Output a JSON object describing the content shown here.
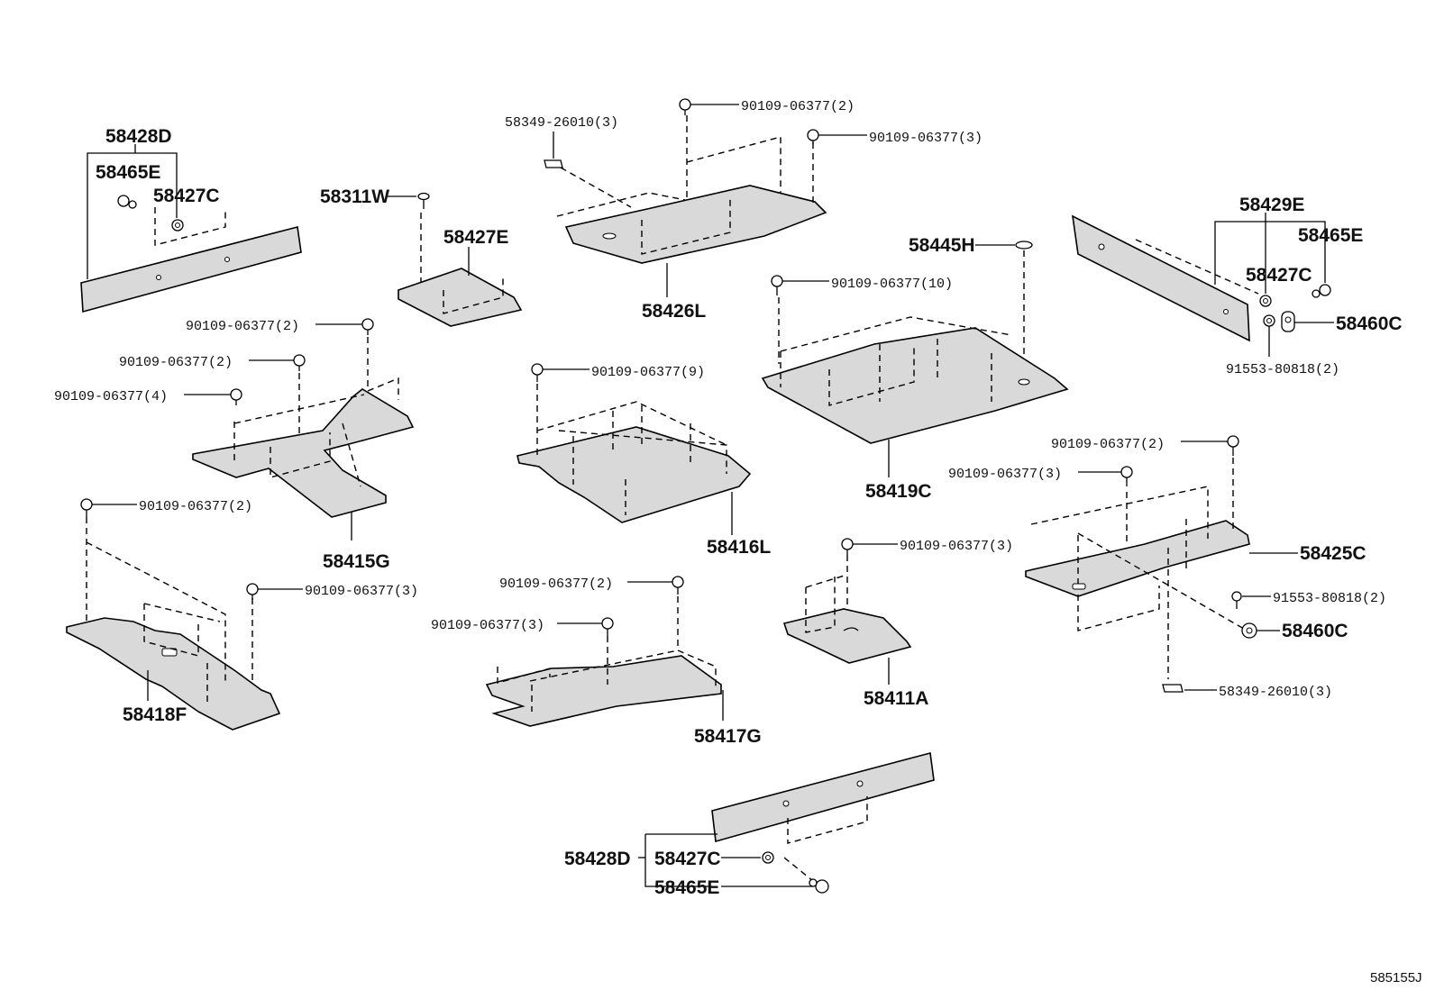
{
  "ref_code": "585155J",
  "labels": {
    "p58428D_a": "58428D",
    "p58465E_a": "58465E",
    "p58427C_a": "58427C",
    "p58311W": "58311W",
    "p58427E": "58427E",
    "p58349_a": "58349-26010(3)",
    "b90109_2_top": "90109-06377(2)",
    "b90109_3_top": "90109-06377(3)",
    "p58426L": "58426L",
    "p58429E": "58429E",
    "p58465E_b": "58465E",
    "p58427C_b": "58427C",
    "p58460C_a": "58460C",
    "b91553_a": "91553-80818(2)",
    "p58445H": "58445H",
    "b90109_10": "90109-06377(10)",
    "p58419C": "58419C",
    "b90109_2_l1": "90109-06377(2)",
    "b90109_2_l2": "90109-06377(2)",
    "b90109_4": "90109-06377(4)",
    "p58415G": "58415G",
    "b90109_9": "90109-06377(9)",
    "p58416L": "58416L",
    "b90109_2_r": "90109-06377(2)",
    "b90109_3_r": "90109-06377(3)",
    "p58425C": "58425C",
    "b91553_b": "91553-80818(2)",
    "p58460C_b": "58460C",
    "p58349_b": "58349-26010(3)",
    "b90109_2_lb": "90109-06377(2)",
    "b90109_3_lb": "90109-06377(3)",
    "p58418F": "58418F",
    "b90109_2_m": "90109-06377(2)",
    "b90109_3_m": "90109-06377(3)",
    "p58417G": "58417G",
    "b90109_3_c": "90109-06377(3)",
    "p58411A": "58411A",
    "p58428D_b": "58428D",
    "p58427C_c": "58427C",
    "p58465E_c": "58465E"
  }
}
